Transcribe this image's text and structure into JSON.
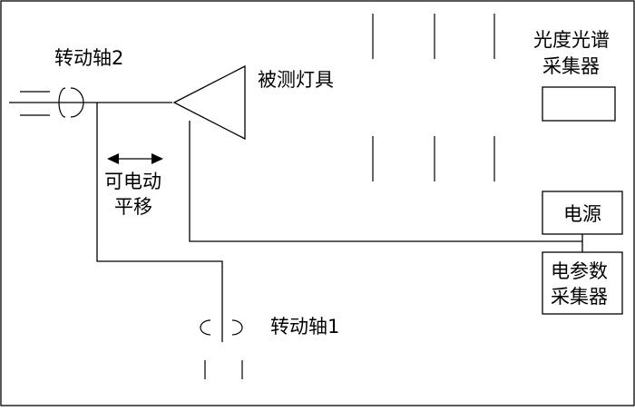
{
  "diagram": {
    "labels": {
      "axis2": "转动轴2",
      "lamp": "被测灯具",
      "move_line1": "可电动",
      "move_line2": "平移",
      "axis1": "转动轴1",
      "spectrum_line1": "光度光谱",
      "spectrum_line2": "采集器",
      "power": "电源",
      "elec_line1": "电参数",
      "elec_line2": "采集器"
    },
    "colors": {
      "line": "#000000",
      "background": "#ffffff"
    }
  }
}
